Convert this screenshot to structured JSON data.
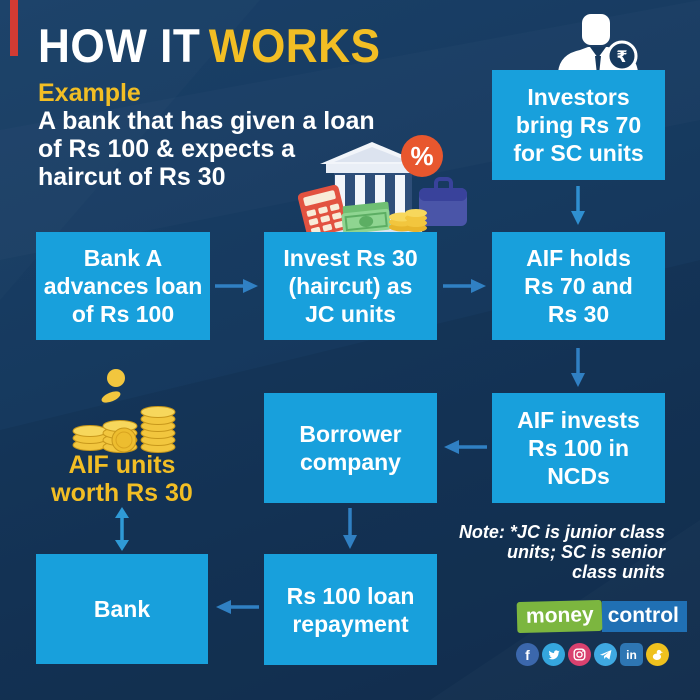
{
  "header": {
    "title_part1": "HOW IT",
    "title_part2": "WORKS",
    "example": "Example",
    "subtitle": "A bank that has given a loan\nof Rs 100 & expects a\nhaircut of Rs 30"
  },
  "flow": {
    "investors": "Investors\nbring Rs 70\nfor SC units",
    "bank_a": "Bank A\nadvances loan\nof Rs 100",
    "invest_jc": "Invest Rs 30\n(haircut) as\nJC units",
    "aif_holds": "AIF holds\nRs 70 and\nRs 30",
    "aif_invests": "AIF invests\nRs 100 in\nNCDs",
    "borrower": "Borrower\ncompany",
    "repayment": "Rs 100 loan\nrepayment",
    "bank": "Bank",
    "aif_units": "AIF units\nworth Rs 30"
  },
  "note": "Note: *JC is junior class\nunits; SC is senior\nclass units",
  "badges": {
    "percent": "%",
    "rupee": "₹"
  },
  "brand": {
    "money": "money",
    "control": "control"
  },
  "social": {
    "facebook_glyph": "f",
    "linkedin_glyph": "in",
    "icons": [
      "facebook-icon",
      "twitter-icon",
      "instagram-icon",
      "telegram-icon",
      "linkedin-icon",
      "koo-icon"
    ]
  },
  "colors": {
    "background": "#16395e",
    "box_blue": "#18a0dc",
    "arrow_blue": "#3080c3",
    "accent_yellow": "#f2be24",
    "red_bar": "#d23b33",
    "badge_red": "#e8572e",
    "briefcase_indigo": "#4a55a8",
    "coin_gold": "#f2c63e",
    "mc_green": "#7cb63f",
    "mc_blue": "#2070b4"
  }
}
